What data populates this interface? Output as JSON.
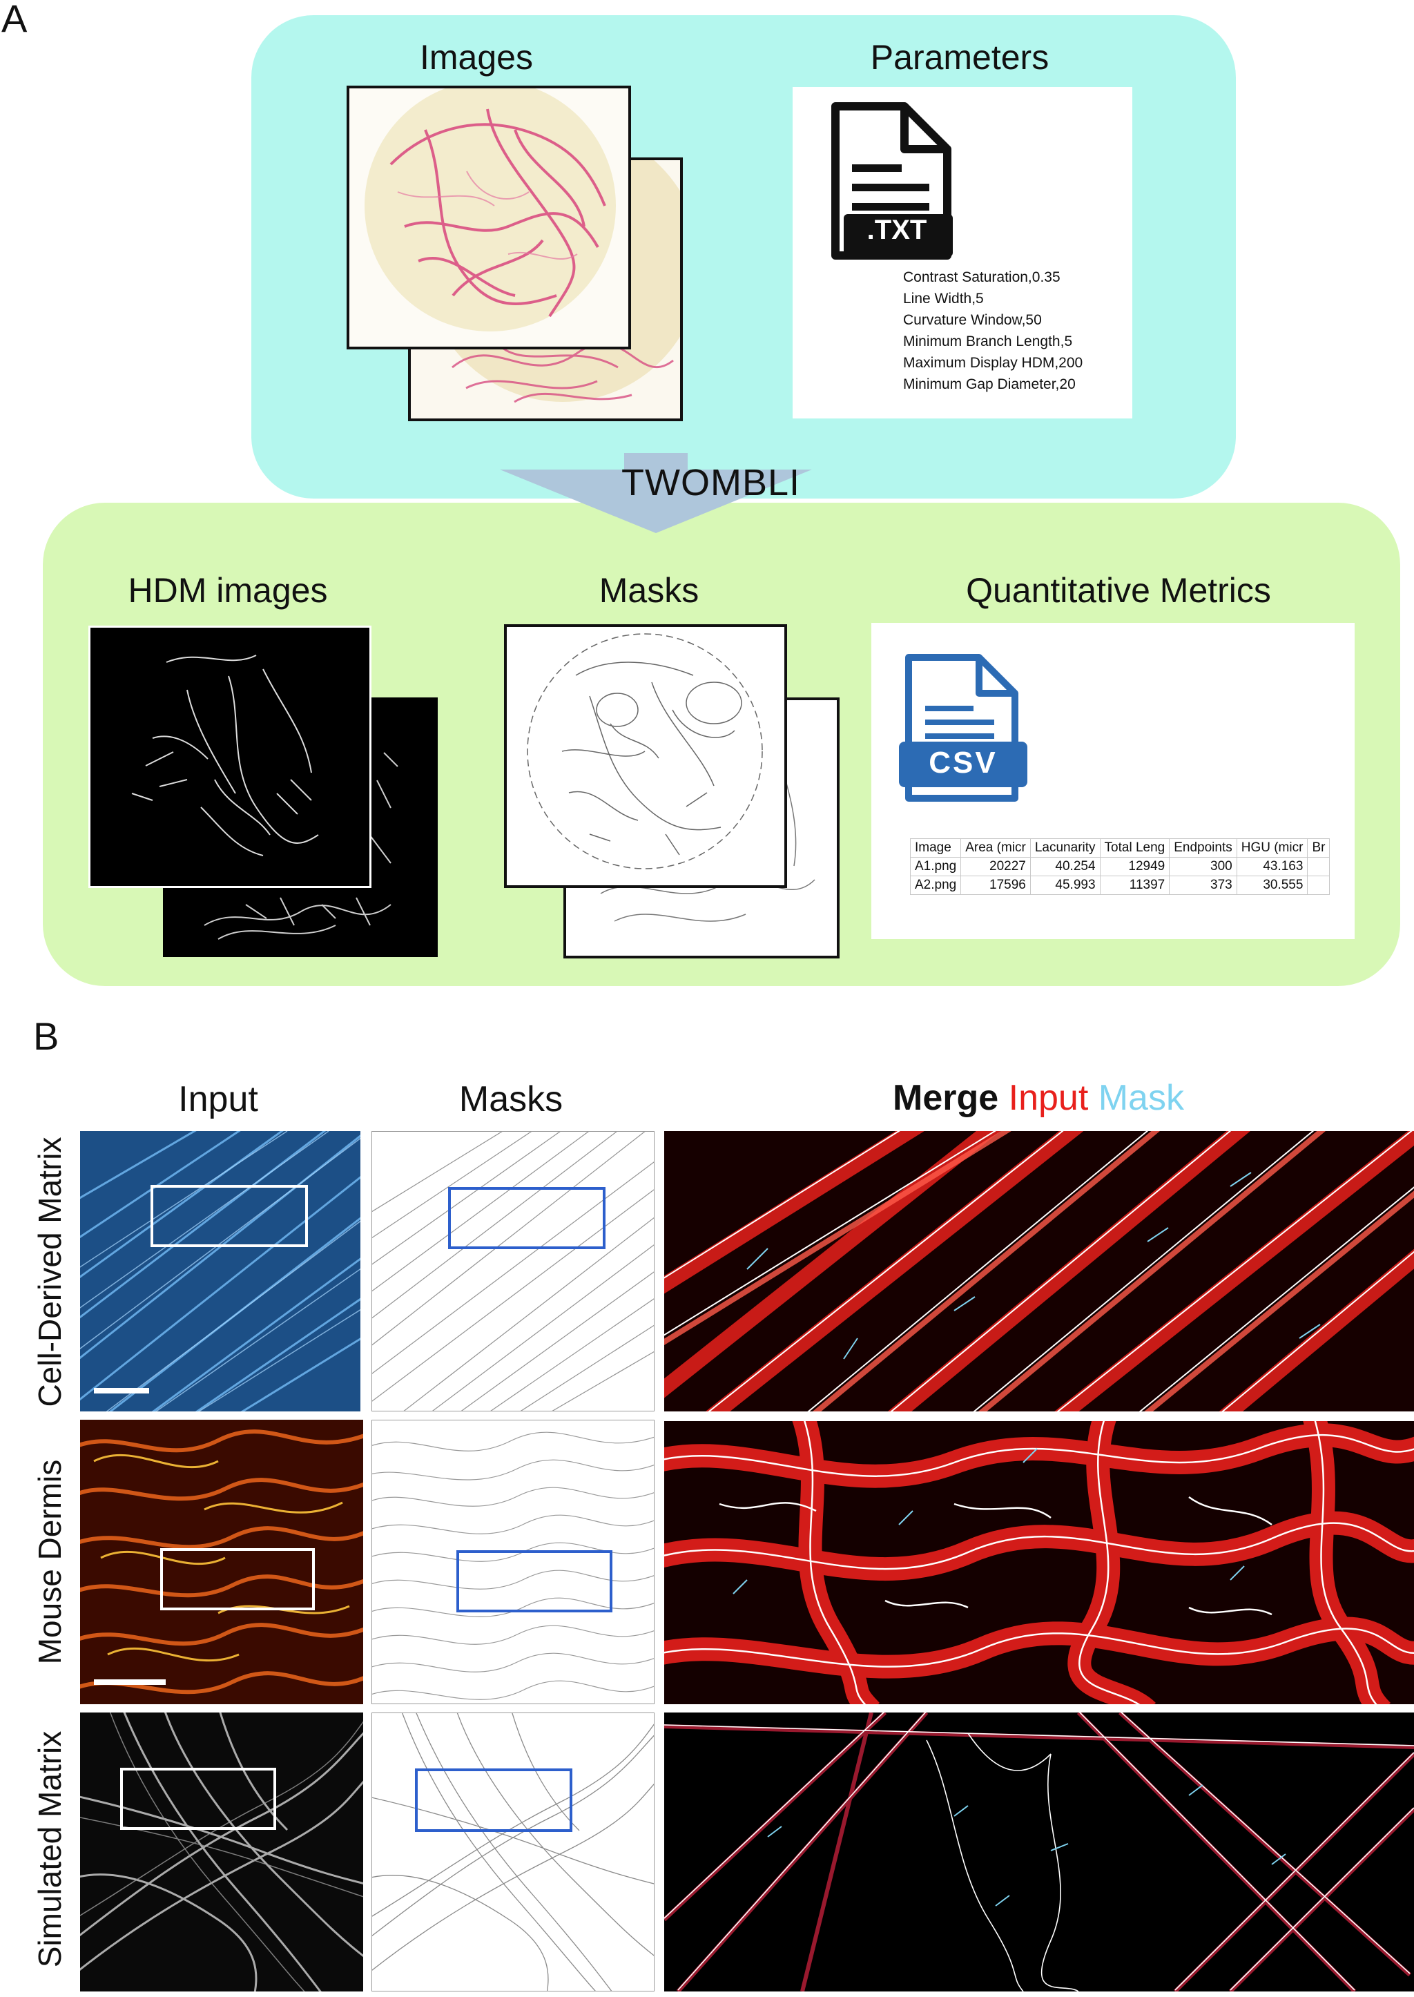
{
  "panel_a": {
    "letter": "A",
    "images_heading": "Images",
    "parameters_heading": "Parameters",
    "txt_badge": ".TXT",
    "parameter_lines": [
      "Contrast Saturation,0.35",
      "Line Width,5",
      "Curvature Window,50",
      "Minimum Branch Length,5",
      "Maximum Display HDM,200",
      "Minimum Gap Diameter,20"
    ],
    "arrow_label": "TWOMBLI",
    "hdm_heading": "HDM images",
    "masks_heading": "Masks",
    "metrics_heading": "Quantitative Metrics",
    "csv_badge": "CSV",
    "csv_table": {
      "headers": [
        "Image",
        "Area (micr",
        "Lacunarity",
        "Total Leng",
        "Endpoints",
        "HGU (micr",
        "Br"
      ],
      "rows": [
        [
          "A1.png",
          "20227",
          "40.254",
          "12949",
          "300",
          "43.163",
          ""
        ],
        [
          "A2.png",
          "17596",
          "45.993",
          "11397",
          "373",
          "30.555",
          ""
        ]
      ]
    }
  },
  "panel_b": {
    "letter": "B",
    "col_input": "Input",
    "col_masks": "Masks",
    "merge_title": {
      "merge": "Merge",
      "input": "Input",
      "mask": "Mask"
    },
    "rows": [
      "Cell-Derived Matrix",
      "Mouse Dermis",
      "Simulated Matrix"
    ],
    "colors": {
      "input_red": "#e8201c",
      "mask_cyan": "#7fd3f0",
      "roi_blue": "#2d5fcc",
      "roi_white": "#ffffff"
    }
  }
}
